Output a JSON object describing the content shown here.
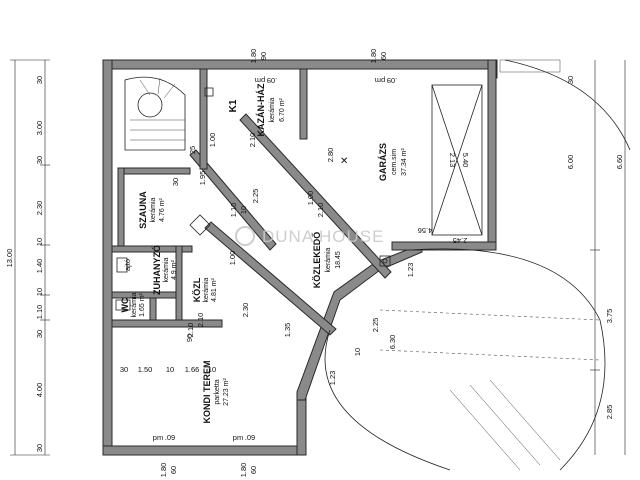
{
  "rooms": {
    "k1": "K1",
    "kazan": {
      "name": "KAZÁN-HÁZ",
      "floor": "kerámia",
      "area": "6.70 m²"
    },
    "garazs": {
      "name": "GARÁZS",
      "floor": "cem.sim",
      "area": "37.34 m²"
    },
    "szauna": {
      "name": "SZAUNA",
      "floor": "kerámia",
      "area": "4.76 m²"
    },
    "zuhanyzo": {
      "name": "ZUHANYZÓ",
      "floor": "kerámia",
      "area": "4.9 m²"
    },
    "kozlekedo": {
      "name": "KÖZLEKEDŐ",
      "floor": "kerámia",
      "area": "18.45"
    },
    "kozl": {
      "name": "KÖZL",
      "floor": "kerámia",
      "area": "4.81 m²"
    },
    "wc": {
      "name": "WC",
      "floor": "kerámia",
      "area": "1.65 m²"
    },
    "kondi": {
      "name": "KONDI TEREM",
      "floor": "parketta",
      "area": "27.23 m²"
    }
  },
  "watermark": "DUNA HOUSE",
  "dims_left": [
    "30",
    "3.00",
    "30",
    "2.30",
    "10",
    "1.40",
    "10",
    "1.10",
    "30",
    "4.00",
    "30"
  ],
  "dim_total": "13.00",
  "dims_right": [
    "30",
    "6.00",
    "3.75",
    "2.85",
    "6.60"
  ],
  "dims_top": [
    "1.80",
    "90",
    "1.80",
    "60",
    "pm",
    ".09",
    "pm",
    ".09"
  ],
  "dims_bottom": [
    "1.80",
    "60",
    "1.80",
    "60",
    "pm",
    ".09",
    "pm",
    ".09"
  ],
  "dims_inner": [
    "2.10",
    "1.00",
    "1.95",
    "25",
    "30",
    "2.80",
    "1.00",
    "2.10",
    "2.25",
    "1.10",
    "10",
    "2.10",
    "1.00",
    "4.56",
    "2.45",
    "2.13",
    "5.40",
    "1.23",
    "2.25",
    "10",
    "6.30",
    "1.23",
    "1.35",
    "2.30",
    "2.10",
    "1.50",
    "10",
    "1.66",
    "10",
    "30",
    "90",
    "ajtó"
  ]
}
